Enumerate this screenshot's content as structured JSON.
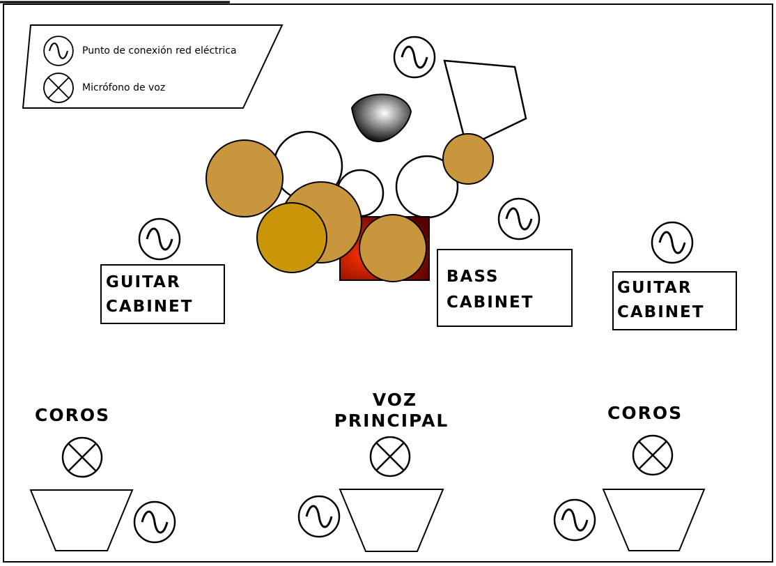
{
  "legend": {
    "power_label": "Punto de conexión red eléctrica",
    "mic_label": "Micrófono de voz"
  },
  "cabinets": {
    "guitar_left": {
      "line1": "GUITAR",
      "line2": "CABINET"
    },
    "bass": {
      "line1": "BASS",
      "line2": "CABINET"
    },
    "guitar_right": {
      "line1": "GUITAR",
      "line2": "CABINET"
    }
  },
  "vocals": {
    "left": "COROS",
    "center_line1": "VOZ",
    "center_line2": "PRINCIPAL",
    "right": "COROS"
  },
  "colors": {
    "cymbal": "#c8963c",
    "cymbal_dark": "#c9960a",
    "bass_drum": "#cc2200",
    "outline": "#000000"
  },
  "icons": {
    "power": "power-outlet-icon",
    "mic": "vocal-mic-icon"
  }
}
